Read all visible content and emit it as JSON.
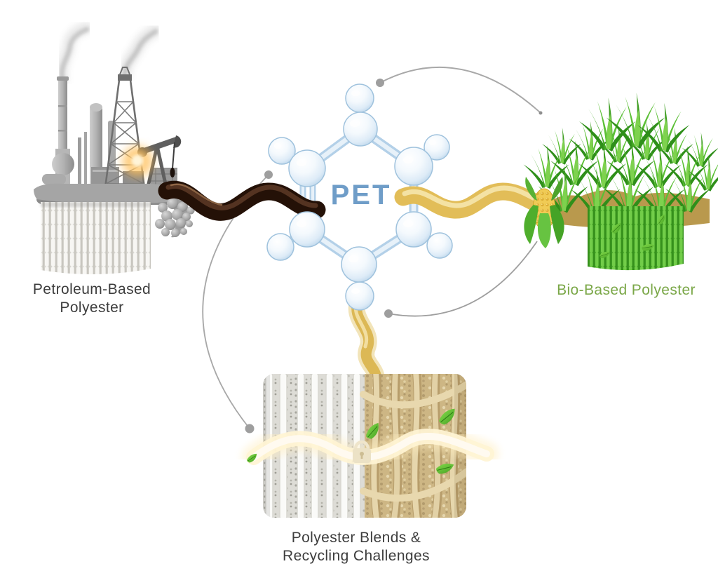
{
  "diagram": {
    "center": {
      "label": "PET",
      "color": "#6f9dc8"
    },
    "nodes": {
      "petroleum": {
        "label_line1": "Petroleum-Based",
        "label_line2": "Polyester",
        "color": "#3d3d3d"
      },
      "bio": {
        "label": "Bio-Based Polyester",
        "color": "#7aa747"
      },
      "blends": {
        "label_line1": "Polyester Blends &",
        "label_line2": "Recycling Challenges",
        "color": "#3d3d3d"
      }
    },
    "illustrations": [
      "oil-refinery-with-smokestacks-derrick-and-pumpjack",
      "white-polyester-fiber-curtain",
      "plastic-pellet-pile",
      "dark-crude-oil-stream",
      "pet-molecule-ball-and-stick-hexagon",
      "golden-bio-resin-stream",
      "corn-cob-with-husk",
      "green-grass-field",
      "green-fiber-curtain",
      "blended-fabric-roll-white-and-tan",
      "glowing-wave-with-lock",
      "green-leaves",
      "gray-connector-arcs"
    ],
    "colors": {
      "molecule_fill": "#e9f2fa",
      "molecule_edge": "#a9c9e2",
      "oil_dark": "#2b1a10",
      "gold": "#e2bd58",
      "grass_green": "#56bb31",
      "fiber_green": "#6cc44a",
      "fabric_tan": "#cdb684",
      "glow_band": "#fff3d2",
      "connector_gray": "#a0a0a0"
    }
  }
}
